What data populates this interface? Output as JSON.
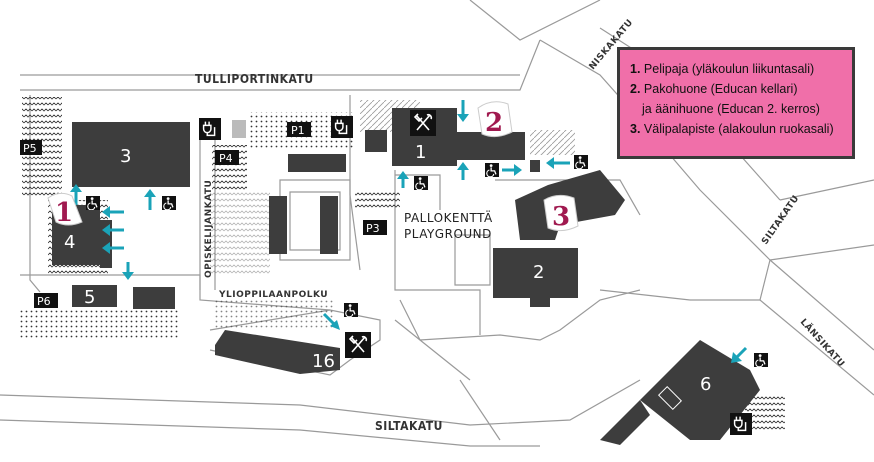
{
  "streets": {
    "tulliportinkatu": "TULLIPORTINKATU",
    "niskakatu": "NISKAKATU",
    "siltakatu_right": "SILTAKATU",
    "siltakatu_bottom": "SILTAKATU",
    "lansikatu": "LÄNSIKATU",
    "opiskelijankatu": "OPISKELIJANKATU",
    "ylioppilaanpolku": "YLIOPPILAANPOLKU"
  },
  "buildings": {
    "b1": "1",
    "b2": "2",
    "b3": "3",
    "b4": "4",
    "b5": "5",
    "b6": "6",
    "b16": "16"
  },
  "parking": {
    "p1": "P1",
    "p3": "P3",
    "p4": "P4",
    "p5": "P5",
    "p6": "P6"
  },
  "field": {
    "line1": "PALLOKENTTÄ",
    "line2": "PLAYGROUND"
  },
  "callouts": {
    "c1": "1",
    "c2": "2",
    "c3": "3"
  },
  "legend": {
    "item1_num": "1.",
    "item1_text": "Pelipaja (yläkoulun liikuntasali)",
    "item2_num": "2.",
    "item2_text": "Pakohuone (Educan kellari)",
    "item2_cont": "ja äänihuone (Educan 2. kerros)",
    "item3_num": "3.",
    "item3_text": "Välipalapiste (alakoulun ruokasali)"
  },
  "colors": {
    "building": "#3d3d3d",
    "arrow": "#1aa3b8",
    "callout": "#a0194f",
    "legend_bg": "#f06fa9",
    "road_edge": "#9a9a9a"
  },
  "icons": [
    "restaurant-icon",
    "ev-charger-icon",
    "wheelchair-icon",
    "arrow-icon"
  ]
}
